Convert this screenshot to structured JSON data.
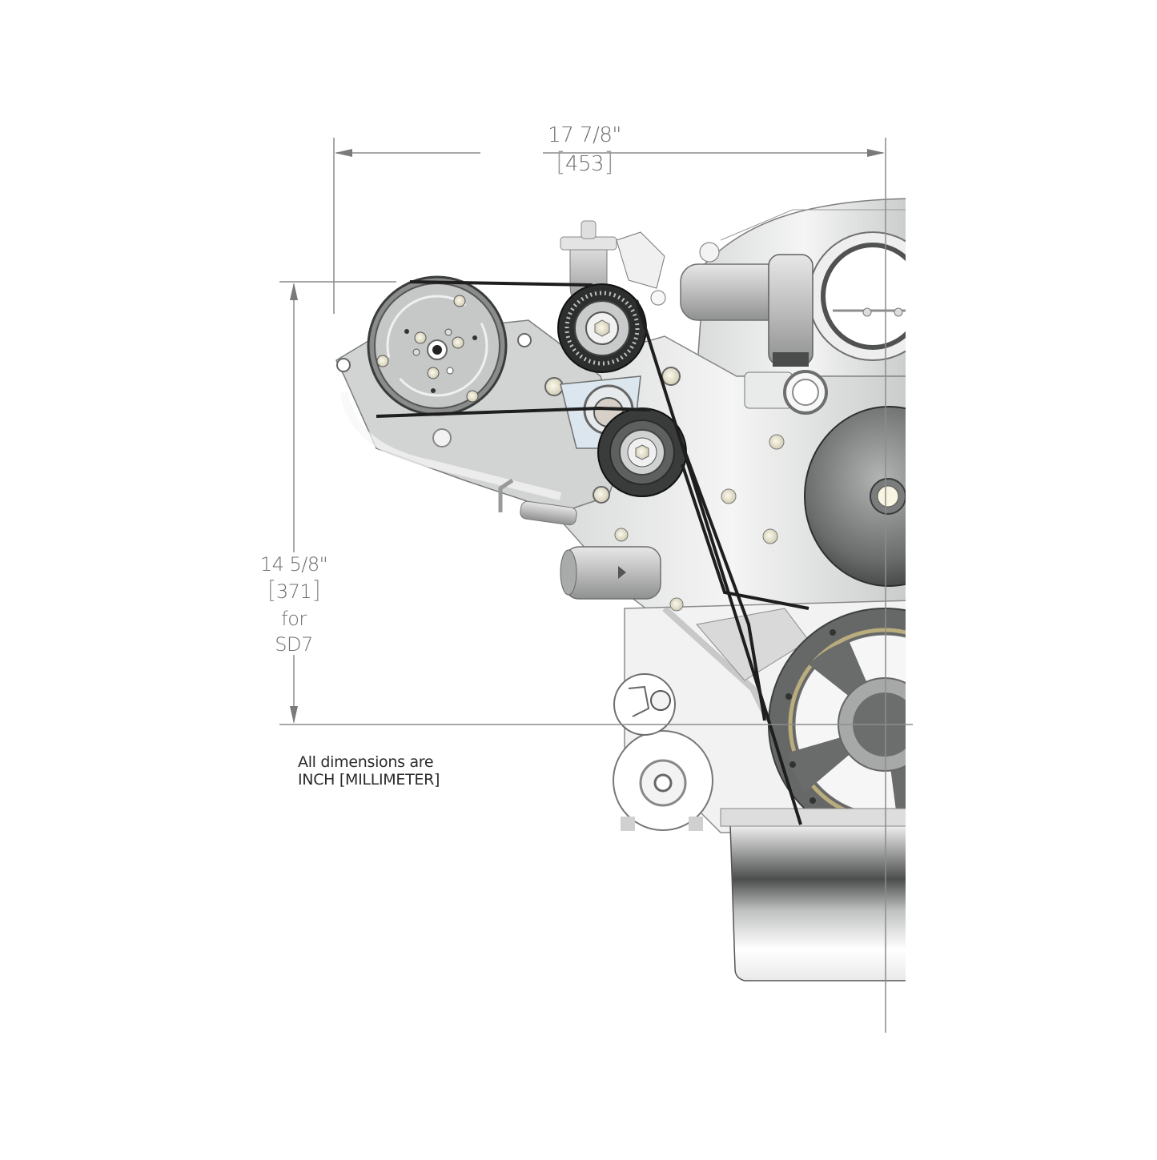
{
  "drawing": {
    "subject": "Engine front accessory drive (serpentine belt) layout with A/C compressor, idler/tensioner pulleys, water pump, crank damper",
    "colors": {
      "background": "#ffffff",
      "dimension_line": "#8c8c8c",
      "dimension_text": "#6e6e6e",
      "note_text": "#2a2a2a",
      "belt": "#1e1e1e",
      "metal_light": "#e9ebea",
      "metal_mid": "#b8bab9",
      "metal_dark": "#5a5b5b",
      "bolt": "#f2efdc"
    }
  },
  "dimensions": {
    "width": {
      "imperial": "17 7/8\"",
      "metric_open": "[",
      "metric": "453",
      "metric_close": "]"
    },
    "height": {
      "imperial": "14 5/8\"",
      "metric_open": "[",
      "metric": "371",
      "metric_close": "]",
      "qualifier_line1": "for",
      "qualifier_line2": "SD7"
    }
  },
  "note": {
    "line1": "All dimensions are",
    "line2": "INCH [MILLIMETER]"
  }
}
